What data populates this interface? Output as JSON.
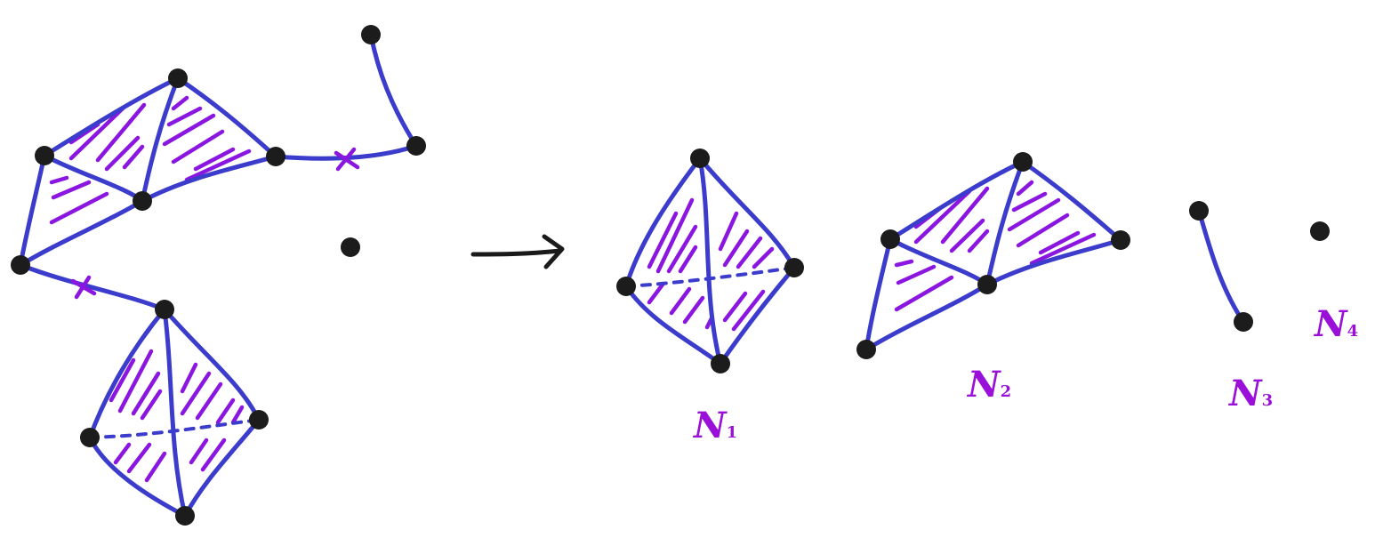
{
  "diagram": {
    "colors": {
      "edge": "#3b3ccc",
      "hatch": "#8a16e0",
      "vertex": "#1c1c1c",
      "cut_mark": "#8a16e0",
      "arrow": "#1a1a1a",
      "label": "#9a10d8"
    },
    "arrow_symbol": "→",
    "components": [
      {
        "letter": "N",
        "subscript": "1"
      },
      {
        "letter": "N",
        "subscript": "2"
      },
      {
        "letter": "N",
        "subscript": "3"
      },
      {
        "letter": "N",
        "subscript": "4"
      }
    ]
  }
}
